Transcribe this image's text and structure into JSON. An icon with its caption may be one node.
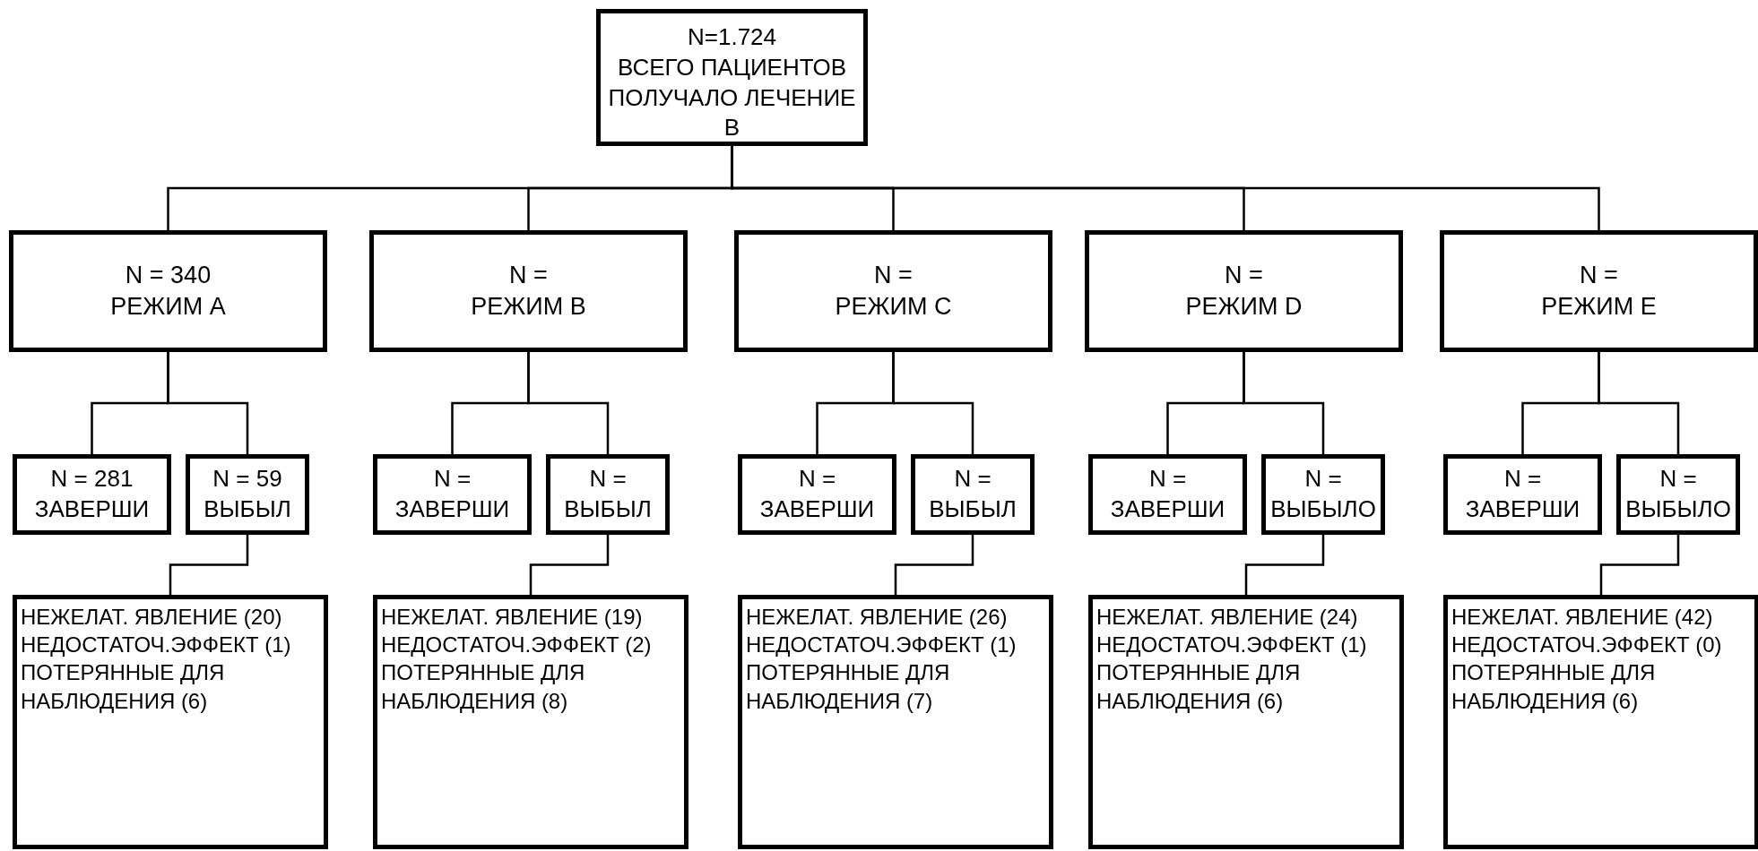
{
  "diagram": {
    "nodes": [
      {
        "text": [
          "N=1.724",
          "ВСЕГО ПАЦИЕНТОВ ПОЛУЧАЛО ЛЕЧЕНИЕ В"
        ]
      },
      {
        "text": [
          "N = 340",
          "РЕЖИМ A"
        ]
      },
      {
        "text": [
          "N =",
          "РЕЖИМ B"
        ]
      },
      {
        "text": [
          "N =",
          "РЕЖИМ C"
        ]
      },
      {
        "text": [
          "N =",
          "РЕЖИМ D"
        ]
      },
      {
        "text": [
          "N =",
          "РЕЖИМ E"
        ]
      },
      {
        "text": [
          "N = 281",
          "ЗАВЕРШИ"
        ]
      },
      {
        "text": [
          "N = 59",
          "ВЫБЫЛ"
        ]
      },
      {
        "text": [
          "N =",
          "ЗАВЕРШИ"
        ]
      },
      {
        "text": [
          "N =",
          "ВЫБЫЛ"
        ]
      },
      {
        "text": [
          "N =",
          "ЗАВЕРШИ"
        ]
      },
      {
        "text": [
          "N =",
          "ВЫБЫЛ"
        ]
      },
      {
        "text": [
          "N =",
          "ЗАВЕРШИ"
        ]
      },
      {
        "text": [
          "N =",
          "ВЫБЫЛО"
        ]
      },
      {
        "text": [
          "N =",
          "ЗАВЕРШИ"
        ]
      },
      {
        "text": [
          "N =",
          "ВЫБЫЛО"
        ]
      },
      {
        "text": [
          "НЕЖЕЛАТ. ЯВЛЕНИЕ (20)",
          "НЕДОСТАТОЧ.ЭФФЕКТ (1)",
          "ПОТЕРЯННЫЕ ДЛЯ НАБЛЮДЕНИЯ (6)"
        ]
      },
      {
        "text": [
          "НЕЖЕЛАТ. ЯВЛЕНИЕ (19)",
          "НЕДОСТАТОЧ.ЭФФЕКТ (2)",
          "ПОТЕРЯННЫЕ ДЛЯ НАБЛЮДЕНИЯ (8)"
        ]
      },
      {
        "text": [
          "НЕЖЕЛАТ. ЯВЛЕНИЕ (26)",
          "НЕДОСТАТОЧ.ЭФФЕКТ (1)",
          "ПОТЕРЯННЫЕ ДЛЯ НАБЛЮДЕНИЯ (7)"
        ]
      },
      {
        "text": [
          "НЕЖЕЛАТ. ЯВЛЕНИЕ (24)",
          "НЕДОСТАТОЧ.ЭФФЕКТ (1)",
          "ПОТЕРЯННЫЕ ДЛЯ НАБЛЮДЕНИЯ (6)"
        ]
      },
      {
        "text": [
          "НЕЖЕЛАТ. ЯВЛЕНИЕ (42)",
          "НЕДОСТАТОЧ.ЭФФЕКТ (0)",
          "ПОТЕРЯННЫЕ ДЛЯ НАБЛЮДЕНИЯ (6)"
        ]
      }
    ],
    "edges": [
      {
        "from": 0,
        "to": 1,
        "arrow": "none"
      },
      {
        "from": 0,
        "to": 2,
        "arrow": "none"
      },
      {
        "from": 0,
        "to": 3,
        "arrow": "none"
      },
      {
        "from": 0,
        "to": 4,
        "arrow": "none"
      },
      {
        "from": 0,
        "to": 5,
        "arrow": "none"
      },
      {
        "from": 1,
        "to": 6,
        "arrow": "none"
      },
      {
        "from": 1,
        "to": 7,
        "arrow": "none"
      },
      {
        "from": 2,
        "to": 8,
        "arrow": "none"
      },
      {
        "from": 2,
        "to": 9,
        "arrow": "none"
      },
      {
        "from": 3,
        "to": 10,
        "arrow": "none"
      },
      {
        "from": 3,
        "to": 11,
        "arrow": "none"
      },
      {
        "from": 4,
        "to": 12,
        "arrow": "none"
      },
      {
        "from": 4,
        "to": 13,
        "arrow": "none"
      },
      {
        "from": 5,
        "to": 14,
        "arrow": "none"
      },
      {
        "from": 5,
        "to": 15,
        "arrow": "none"
      },
      {
        "from": 7,
        "to": 16,
        "arrow": "none"
      },
      {
        "from": 9,
        "to": 17,
        "arrow": "none"
      },
      {
        "from": 11,
        "to": 18,
        "arrow": "none"
      },
      {
        "from": 13,
        "to": 19,
        "arrow": "none"
      },
      {
        "from": 15,
        "to": 20,
        "arrow": "none"
      }
    ]
  }
}
